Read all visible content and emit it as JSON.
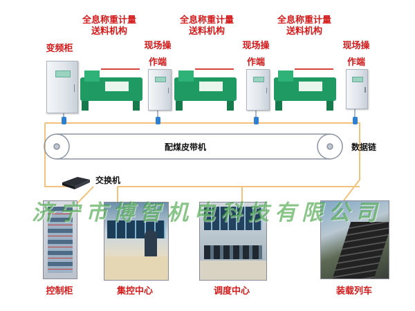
{
  "labels": {
    "vfd_cabinet": "变频柜",
    "weigher_1": "全息称重计量\n送料机构",
    "weigher_2": "全息称重计量\n送料机构",
    "weigher_3": "全息称重计量\n送料机构",
    "terminal_1": "现场操\n作端",
    "terminal_2": "现场操\n作端",
    "terminal_3": "现场操\n作端",
    "belt": "配煤皮带机",
    "data_chain": "数据链",
    "switch": "交换机",
    "control_cabinet": "控制柜",
    "central_control": "集控中心",
    "dispatch": "调度中心",
    "loading_train": "装载列车"
  },
  "watermark": "济宁市博智机电科技有限公司",
  "colors": {
    "label_red": "#d21a1a",
    "feeder_green": "#1f9a62",
    "link_orange": "#f2c27a",
    "node_blue": "#2f7fd1",
    "watermark_green": "#289628"
  }
}
